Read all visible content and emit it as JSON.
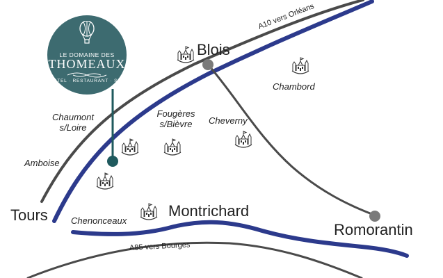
{
  "logo": {
    "line1": "LE DOMAINE DES",
    "line2": "THOMEAUX",
    "line3": "HOTEL · RESTAURANT · SPA",
    "background": "#3d6b70"
  },
  "cities": {
    "blois": "Blois",
    "tours": "Tours",
    "montrichard": "Montrichard",
    "romorantin": "Romorantin"
  },
  "places": {
    "chaumont_line1": "Chaumont",
    "chaumont_line2": "s/Loire",
    "amboise": "Amboise",
    "fougeres_line1": "Fougères",
    "fougeres_line2": "s/Bièvre",
    "cheverny": "Cheverny",
    "chambord": "Chambord",
    "chenonceaux": "Chenonceaux"
  },
  "roads": {
    "a10": "A10 vers Orléans",
    "a85": "A85 vers Bourges"
  },
  "colors": {
    "river": "#2c3a8c",
    "road": "#4a4a4a",
    "marker": "#1f5a5e",
    "city_dot": "#7a7a7a"
  },
  "icons": {
    "castle": "castle-icon",
    "balloon": "hot-air-balloon-icon"
  }
}
